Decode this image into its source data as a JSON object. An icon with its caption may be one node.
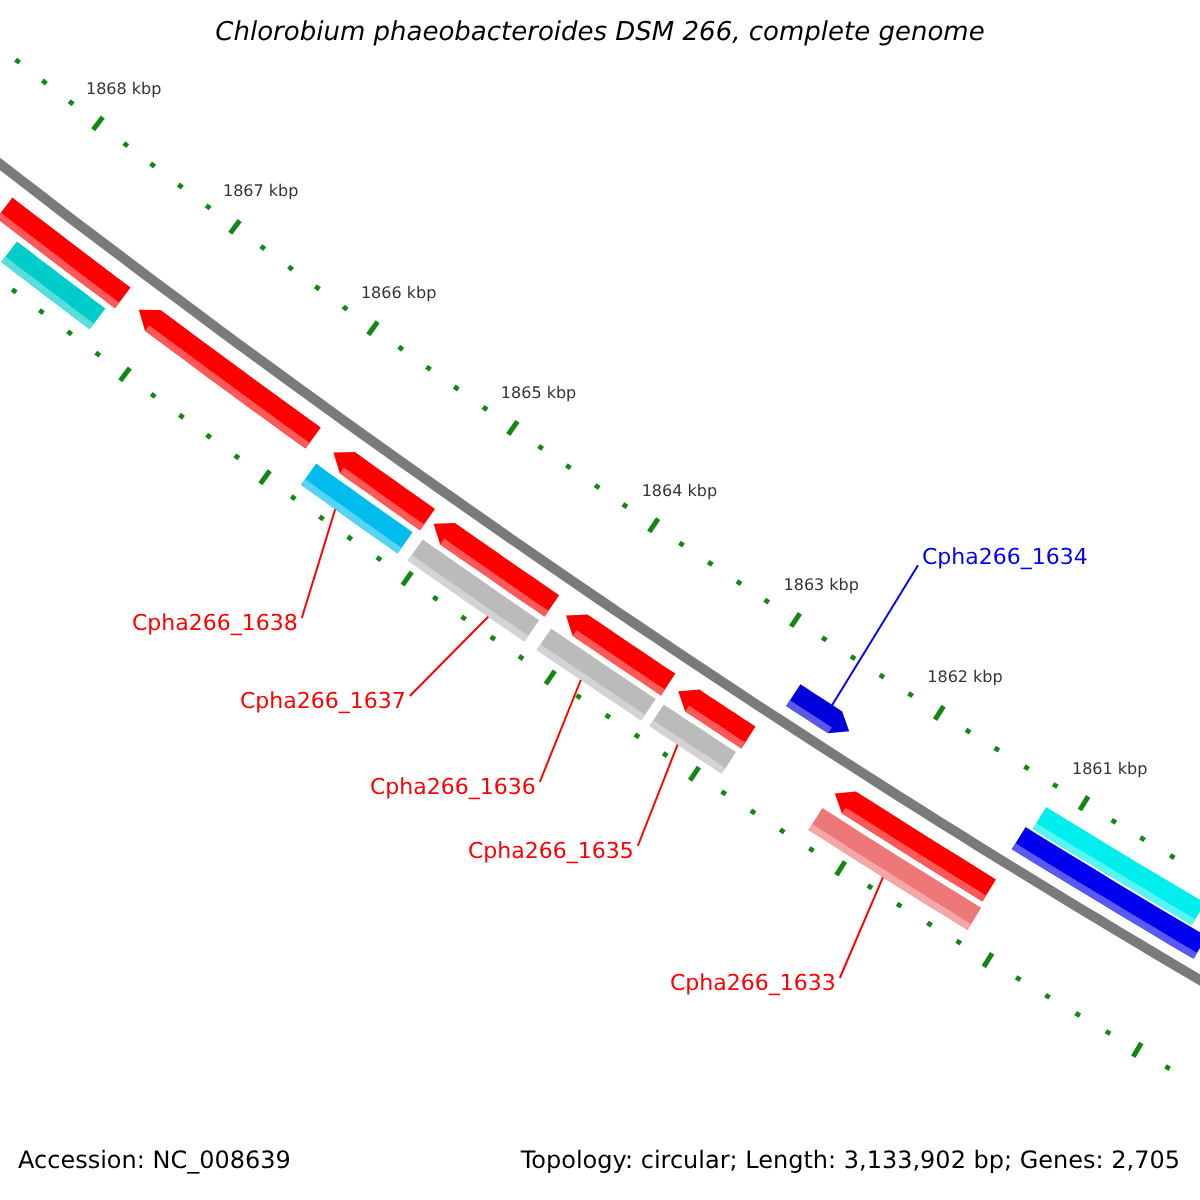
{
  "diagram": {
    "title": "Chlorobium phaeobacteroides DSM 266, complete genome",
    "nodes": [
      {
        "text": [
          "Cpha266_1634"
        ]
      },
      {
        "text": [
          "Cpha266_1638"
        ]
      },
      {
        "text": [
          "Cpha266_1637"
        ]
      },
      {
        "text": [
          "Cpha266_1636"
        ]
      },
      {
        "text": [
          "Cpha266_1635"
        ]
      },
      {
        "text": [
          "Cpha266_1633"
        ]
      },
      {
        "text": [],
        "shape": "bar"
      },
      {
        "text": [],
        "shape": "bar"
      },
      {
        "text": [],
        "shape": "bar"
      },
      {
        "text": [],
        "shape": "bar"
      },
      {
        "text": [],
        "shape": "bar"
      },
      {
        "text": [],
        "shape": "bar"
      }
    ],
    "edges": [
      {
        "from": 0,
        "to": 10,
        "arrow": "none",
        "color": "#0000ff"
      },
      {
        "from": 1,
        "to": 6,
        "arrow": "none"
      },
      {
        "from": 2,
        "to": 7,
        "arrow": "none"
      },
      {
        "from": 3,
        "to": 8,
        "arrow": "none"
      },
      {
        "from": 4,
        "to": 9,
        "arrow": "none"
      },
      {
        "from": 5,
        "to": 11,
        "arrow": "none"
      }
    ],
    "labels": [
      "1868 kbp",
      "1867 kbp",
      "1866 kbp",
      "1865 kbp",
      "1864 kbp",
      "1863 kbp",
      "1862 kbp",
      "1861 kbp",
      "Accession: NC_008639",
      "Topology: circular; Length: 3,133,902 bp; Genes: 2,705"
    ]
  }
}
